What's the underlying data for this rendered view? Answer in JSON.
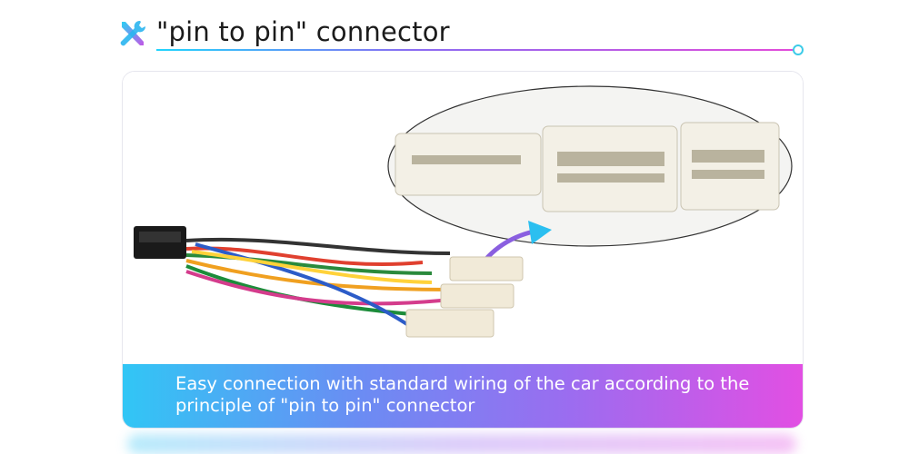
{
  "header": {
    "icon": "tools-icon",
    "title": "\"pin to pin\" connector"
  },
  "card": {
    "photo": "wiring-harness-photo",
    "caption": "Easy connection with standard wiring of the car according to the principle of \"pin to pin\" connector"
  },
  "colors": {
    "accent_cyan": "#21d4fd",
    "accent_purple": "#9a6df0",
    "accent_magenta": "#e24fe3"
  }
}
